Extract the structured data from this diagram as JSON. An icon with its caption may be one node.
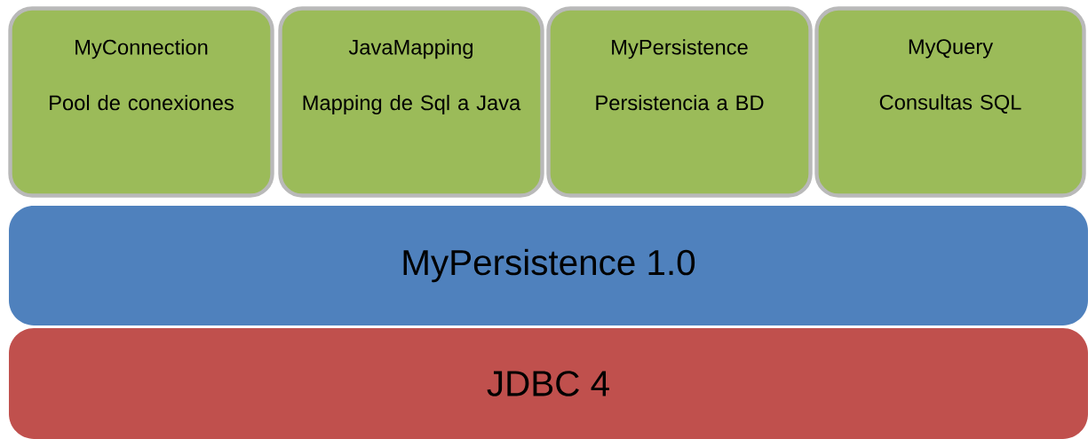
{
  "diagram": {
    "nodes": [
      {
        "text": [
          "MyConnection",
          "Pool de conexiones"
        ]
      },
      {
        "text": [
          "JavaMapping",
          "Mapping de Sql a Java"
        ]
      },
      {
        "text": [
          "MyPersistence",
          "Persistencia a BD"
        ]
      },
      {
        "text": [
          "MyQuery",
          "Consultas SQL"
        ]
      },
      {
        "text": [
          "MyPersistence 1.0"
        ]
      },
      {
        "text": [
          "JDBC 4"
        ]
      }
    ]
  }
}
